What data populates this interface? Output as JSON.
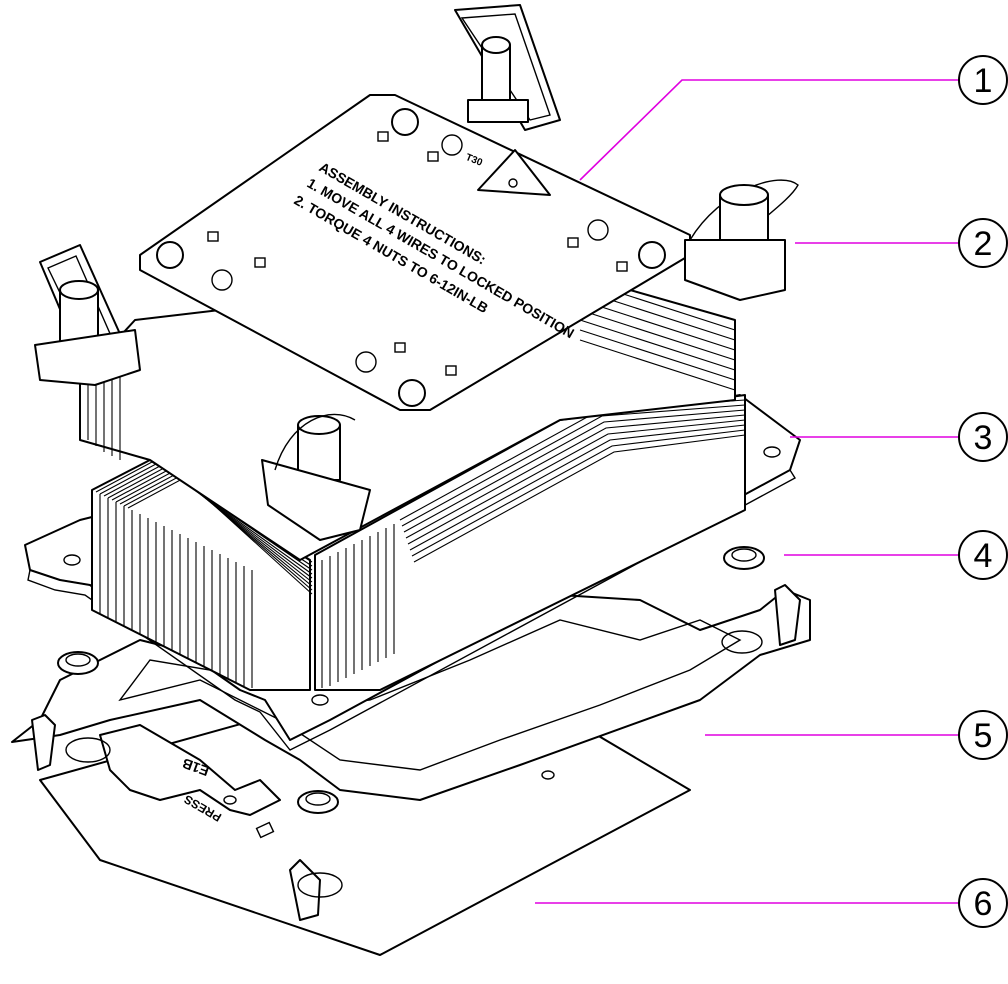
{
  "figure": {
    "assembly_instructions": {
      "title": "ASSEMBLY INSTRUCTIONS:",
      "line1": "1. MOVE ALL 4 WIRES TO LOCKED POSITION",
      "line2": "2. TORQUE 4 NUTS TO 6-12IN-LB"
    },
    "screw_label": "T30",
    "bracket_label": "E1B",
    "press_label": "PRESS",
    "callouts": [
      {
        "number": "1"
      },
      {
        "number": "2"
      },
      {
        "number": "3"
      },
      {
        "number": "4"
      },
      {
        "number": "5"
      },
      {
        "number": "6"
      }
    ]
  }
}
